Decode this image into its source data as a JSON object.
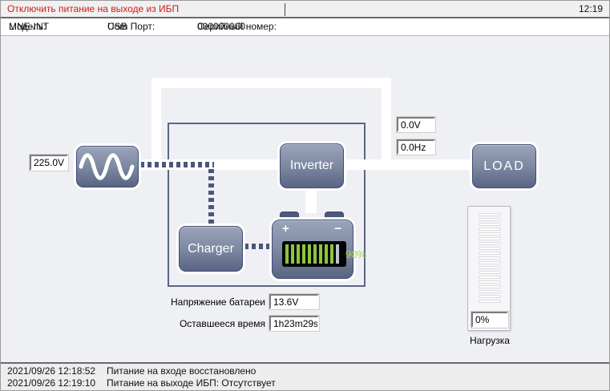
{
  "titlebar": {
    "action_label": "Отключить питание на выходе из ИБП",
    "time": "12:19"
  },
  "infobar": {
    "model_label": "Модель:",
    "model_value": "LINE-INT",
    "port_label": "Com Порт:",
    "port_value": "USB",
    "serial_label": "Серийный номер:",
    "serial_value": "000000000"
  },
  "diagram": {
    "input_voltage": "225.0V",
    "inverter_label": "Inverter",
    "charger_label": "Charger",
    "load_label": "LOAD",
    "output_voltage": "0.0V",
    "output_frequency": "0.0Hz",
    "battery": {
      "plus_sign": "+",
      "minus_sign": "−",
      "percent": 90,
      "percent_text": "90%",
      "bars_total": 10
    },
    "battery_voltage_label": "Напряжение батареи",
    "battery_voltage_value": "13.6V",
    "time_left_label": "Оставшееся время",
    "time_left_value": "1h23m29s",
    "load_gauge": {
      "segments": 19,
      "percent_text": "0%",
      "label": "Нагрузка"
    }
  },
  "log": {
    "entries": [
      {
        "timestamp": "2021/09/26 12:18:52",
        "message": "Питание на входе восстановлено"
      },
      {
        "timestamp": "2021/09/26 12:19:10",
        "message": "Питание на выходе ИБП: Отсутствует"
      }
    ]
  },
  "colors": {
    "alert_red": "#d41a1a",
    "wire_slate": "#4a5778",
    "bar_green": "#8cc63c",
    "display_green": "#a6d354",
    "box_slate": "#5a6687"
  }
}
